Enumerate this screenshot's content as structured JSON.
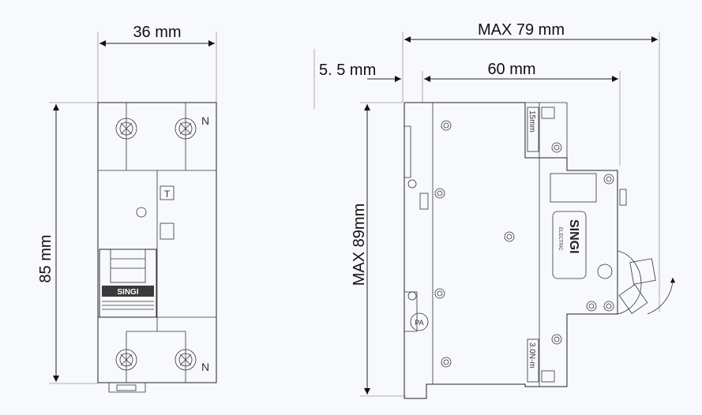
{
  "front_view": {
    "width_label": "36 mm",
    "height_label": "85 mm",
    "neutral_top": "N",
    "neutral_bottom": "N",
    "test_button": "T",
    "brand": "SINGI"
  },
  "side_view": {
    "max_width_label": "MAX 79 mm",
    "rail_label": "60 mm",
    "offset_label": "5. 5 mm",
    "max_height_label": "MAX 89mm",
    "torque_top": "15mm",
    "torque_bottom": "3.0N-m",
    "brand": "SINGI",
    "brand_sub": "ELECTRIC",
    "material": "PA"
  },
  "colors": {
    "background": "#f7f9fc",
    "line": "#222222"
  }
}
